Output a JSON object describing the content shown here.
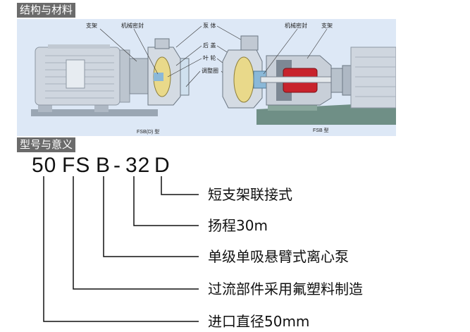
{
  "sections": {
    "structure_title": "结构与材料",
    "model_title": "型号与意义"
  },
  "diagram": {
    "left_labels": {
      "bracket": "支架",
      "mech_seal": "机械密封"
    },
    "center_labels": {
      "pump_body": "泵 体",
      "rear_cover": "后 盖",
      "impeller": "叶 轮",
      "adjust_ring": "调整圈"
    },
    "right_labels": {
      "mech_seal": "机械密封",
      "bracket": "支架"
    },
    "caption_left": "FSB(D) 型",
    "caption_right": "FSB 型",
    "colors": {
      "background": "#dde8f6",
      "motor": "#cfd6df",
      "base": "#6f8f86",
      "impeller": "#e9d98a",
      "rotor": "#c8232c",
      "seal": "#8ab8d8"
    }
  },
  "model": {
    "parts": [
      "50",
      "FS",
      "B",
      "-",
      "32",
      "D"
    ],
    "meanings": [
      "短支架联接式",
      "扬程30m",
      "单级单吸悬臂式离心泵",
      "过流部件采用氟塑料制造",
      "进口直径50mm"
    ]
  }
}
